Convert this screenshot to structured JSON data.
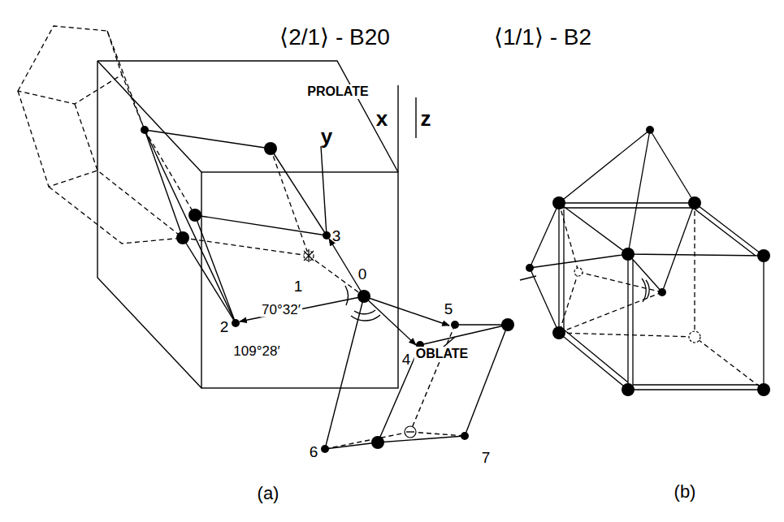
{
  "diagram": {
    "labels": [
      "⟨2/1⟩ - B20",
      "⟨1/1⟩ - B2",
      "x",
      "z",
      "y",
      "PROLATE",
      "3",
      "1",
      "0",
      "2",
      "70°32′",
      "109°28′",
      "5",
      "4",
      "OBLATE",
      "6",
      "7",
      "(a)",
      "(b)"
    ]
  }
}
